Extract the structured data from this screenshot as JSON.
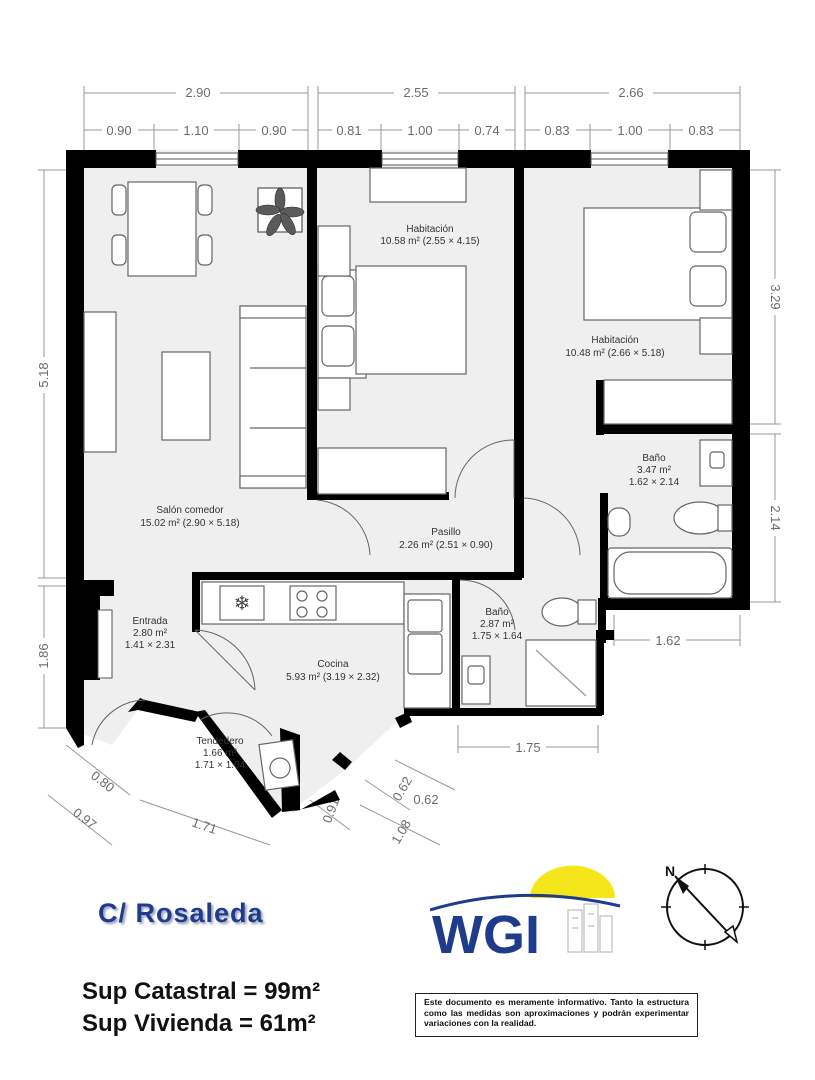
{
  "dimensions": {
    "top_total": [
      "2.90",
      "2.55",
      "2.66"
    ],
    "top_segments": [
      "0.90",
      "1.10",
      "0.90",
      "0.81",
      "1.00",
      "0.74",
      "0.83",
      "1.00",
      "0.83"
    ],
    "left_upper": "5.18",
    "left_lower": "1.86",
    "right_upper": "3.29",
    "right_lower": "2.14",
    "right_bath_width": "1.62",
    "bath_width": "1.75",
    "bottom_080": "0.80",
    "bottom_097": "0.97",
    "bottom_171": "1.71",
    "bottom_091": "0.91",
    "bottom_062a": "0.62",
    "bottom_062b": "0.62",
    "bottom_108": "1.08"
  },
  "rooms": {
    "habitacion1": {
      "name": "Habitación",
      "area": "10.58 m² (2.55 × 4.15)"
    },
    "habitacion2": {
      "name": "Habitación",
      "area": "10.48 m² (2.66 × 5.18)"
    },
    "bano1": {
      "name": "Baño",
      "area": "3.47 m²",
      "size": "1.62 × 2.14"
    },
    "salon": {
      "name": "Salón comedor",
      "area": "15.02 m² (2.90 × 5.18)"
    },
    "pasillo": {
      "name": "Pasillo",
      "area": "2.26 m² (2.51 × 0.90)"
    },
    "entrada": {
      "name": "Entrada",
      "area": "2.80 m²",
      "size": "1.41 × 2.31"
    },
    "cocina": {
      "name": "Cocina",
      "area": "5.93 m² (3.19 × 2.32)"
    },
    "bano2": {
      "name": "Baño",
      "area": "2.87 m²",
      "size": "1.75 × 1.64"
    },
    "tendedero": {
      "name": "Tendedero",
      "area": "1.66 m²",
      "size": "1.71 × 1.04"
    }
  },
  "footer": {
    "street": "C/ Rosaleda",
    "sup_catastral": "Sup Catastral = 99m²",
    "sup_vivienda": "Sup Vivienda = 61m²",
    "disclaimer": "Este documento es meramente informativo. Tanto la estructura como las medidas son aproximaciones y podrán experimentar variaciones con la realidad.",
    "logo_text": "WGI"
  },
  "colors": {
    "wall": "#000000",
    "dimension": "#6b6b6b",
    "logo_blue": "#1f3b8c",
    "logo_sun": "#f5e51b"
  }
}
